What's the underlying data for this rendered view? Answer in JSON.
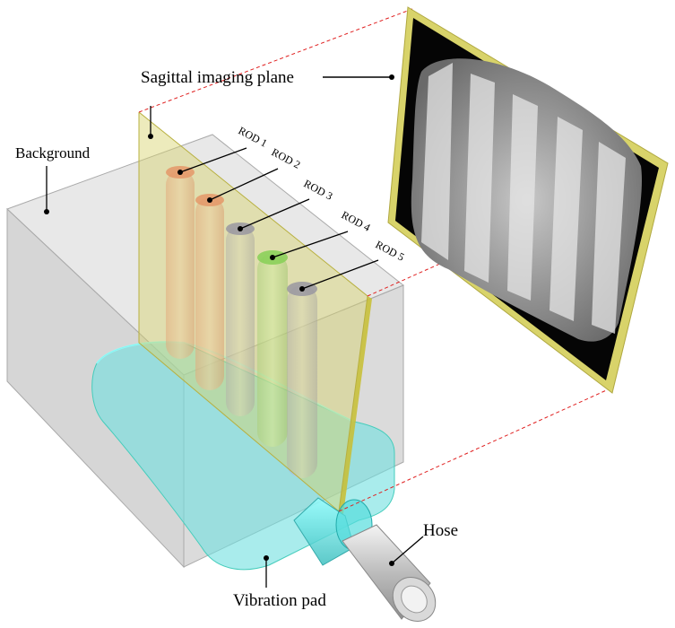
{
  "labels": {
    "sagittal": "Sagittal imaging plane",
    "background": "Background",
    "hose": "Hose",
    "vibration_pad": "Vibration pad"
  },
  "rods": [
    {
      "label": "ROD 1",
      "color": "#f08a8a"
    },
    {
      "label": "ROD 2",
      "color": "#f08a8a"
    },
    {
      "label": "ROD 3",
      "color": "#8a8af0"
    },
    {
      "label": "ROD 4",
      "color": "#7fe07f"
    },
    {
      "label": "ROD 5",
      "color": "#8a8af0"
    }
  ],
  "colors": {
    "plane": "#d8d36a",
    "phantom": "#c9c9c9",
    "pad": "#6fe0e0",
    "projection_line": "#e02020",
    "hose": "#d9d9d9"
  }
}
